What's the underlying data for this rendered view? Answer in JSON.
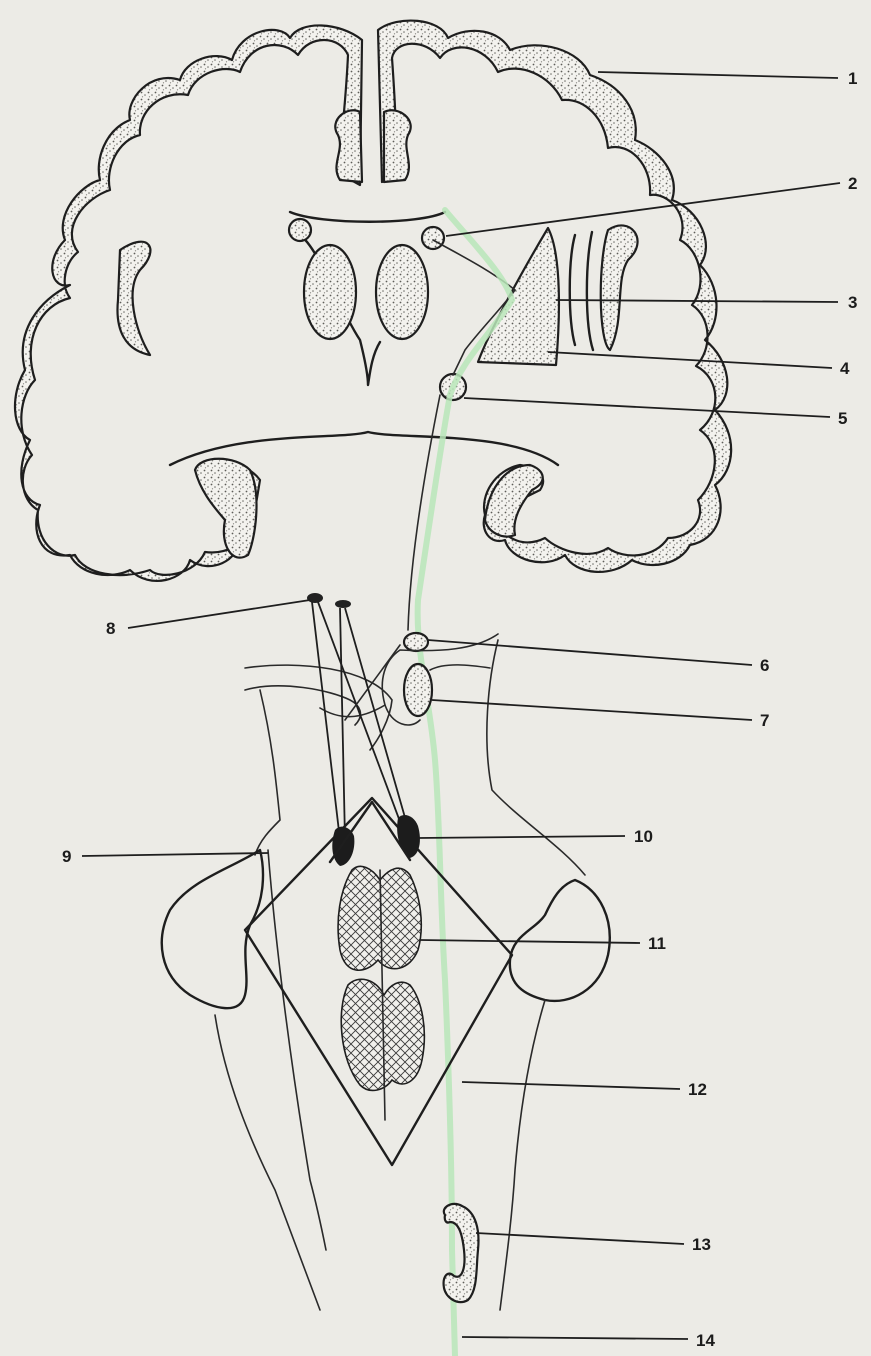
{
  "labels": [
    "1",
    "2",
    "3",
    "4",
    "5",
    "6",
    "7",
    "8",
    "9",
    "10",
    "11",
    "12",
    "13",
    "14"
  ],
  "colors": {
    "paper": "#ecebe6",
    "ink": "#1e1e1e",
    "pathway_highlight": "#b8e6b8",
    "stipple": "#8a8a84"
  }
}
